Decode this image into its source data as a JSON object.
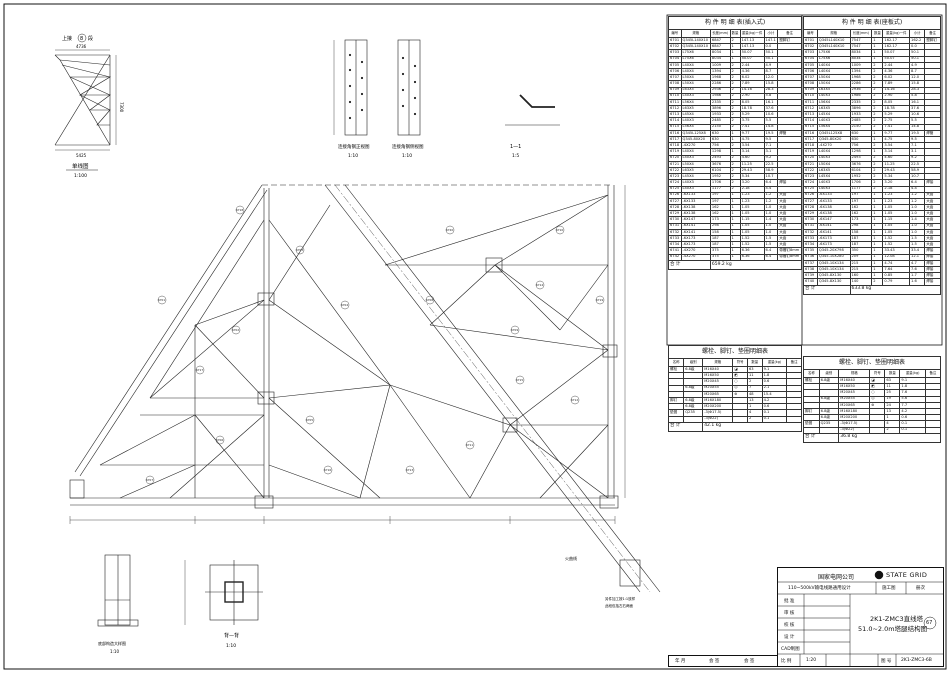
{
  "views": {
    "single_line": {
      "title": "单线图",
      "scale": "1:100",
      "top_label": "上接",
      "top_num": "8",
      "top_suffix": "段",
      "dim_top": "4736",
      "dim_bottom": "5425",
      "dim_right": "7300"
    },
    "splice_rear": {
      "title": "连接角钢正视图",
      "scale": "1:10"
    },
    "splice_side": {
      "title": "连接角钢侧视图",
      "scale": "1:10"
    },
    "section_1": {
      "title": "1—1",
      "scale": "1:5"
    },
    "detail_bottom": {
      "title": "底部构造大样图",
      "scale": "1:10"
    },
    "detail_rear": {
      "title": "背—背",
      "scale": "1:10"
    }
  },
  "main_labels": [
    "6701",
    "6702",
    "6703",
    "6704",
    "6705",
    "6706",
    "6707",
    "6708",
    "6709",
    "6710",
    "6711",
    "6712",
    "6713",
    "6714",
    "6715",
    "6716",
    "6717",
    "6718",
    "6719",
    "6720"
  ],
  "side_notes": [
    "另件加工按1:1放样",
    "此段包括左右两面",
    "火曲线"
  ],
  "member_table_left": {
    "title": "构  件  明  细  表(插入式)",
    "headers": [
      "编号",
      "规格",
      "长度(mm)",
      "数量",
      "重量(kg)一件",
      "小计",
      "备注"
    ],
    "rows": [
      [
        "6701",
        "Q345L140X10",
        "6847",
        "2",
        "147.13",
        "147.1",
        "塑脚钉"
      ],
      [
        "6702",
        "Q345L140X10",
        "6847",
        "1",
        "147.13",
        "0.0",
        ""
      ],
      [
        "6703",
        "L75X6",
        "8034",
        "1",
        "50.07",
        "50.1",
        ""
      ],
      [
        "6704",
        "L75X6",
        "8034",
        "1",
        "50.07",
        "50.1",
        ""
      ],
      [
        "6705",
        "L40X4",
        "1009",
        "2",
        "2.44",
        "4.9",
        ""
      ],
      [
        "6706",
        "L40X4",
        "1394",
        "2",
        "4.36",
        "8.7",
        ""
      ],
      [
        "6707",
        "L50X4",
        "1968",
        "2",
        "6.02",
        "12.0",
        ""
      ],
      [
        "6708",
        "L50X4",
        "2286",
        "2",
        "7.89",
        "15.8",
        ""
      ],
      [
        "6709",
        "L63X5",
        "2936",
        "2",
        "14.16",
        "28.3",
        ""
      ],
      [
        "6710",
        "L40X3",
        "1986",
        "2",
        "2.90",
        "5.8",
        ""
      ],
      [
        "6711",
        "L56X4",
        "2335",
        "2",
        "8.05",
        "16.1",
        ""
      ],
      [
        "6712",
        "L63X5",
        "3896",
        "2",
        "18.78",
        "37.6",
        ""
      ],
      [
        "6713",
        "L45X4",
        "1933",
        "2",
        "5.29",
        "10.6",
        ""
      ],
      [
        "6714",
        "L40X3",
        "2485",
        "2",
        "3.75",
        "5.5",
        ""
      ],
      [
        "6715",
        "L56X4",
        "2150",
        "2",
        "7.41",
        "14.8",
        ""
      ],
      [
        "6716",
        "Q345L125X8",
        "630",
        "1",
        "9.77",
        "19.5",
        "焊管"
      ],
      [
        "6717",
        "Q345-80X20",
        "630",
        "1",
        "4.75",
        "9.5",
        ""
      ],
      [
        "6718",
        "-4X270",
        "756",
        "2",
        "3.54",
        "7.1",
        ""
      ],
      [
        "6719",
        "L40X4",
        "1298",
        "1",
        "3.14",
        "3.1",
        ""
      ],
      [
        "6720",
        "L40X3",
        "2493",
        "2",
        "4.60",
        "9.2",
        ""
      ],
      [
        "6721",
        "L50X4",
        "3676",
        "2",
        "11.25",
        "22.5",
        ""
      ],
      [
        "6722",
        "L63X5",
        "6104",
        "2",
        "29.43",
        "58.9",
        ""
      ],
      [
        "6723",
        "L45X4",
        "1952",
        "2",
        "5.34",
        "10.7",
        ""
      ],
      [
        "6724",
        "L40X3",
        "1706",
        "2",
        "3.20",
        "6.4",
        "焊接"
      ],
      [
        "6725",
        "L40X3",
        "1177",
        "2",
        "2.18",
        "4.4",
        ""
      ],
      [
        "6726",
        "-6X133",
        "197",
        "1",
        "1.23",
        "1.2",
        "大齿"
      ],
      [
        "6727",
        "-6X133",
        "197",
        "1",
        "1.23",
        "1.2",
        "大齿"
      ],
      [
        "6728",
        "-6X138",
        "162",
        "1",
        "1.05",
        "1.0",
        "大齿"
      ],
      [
        "6729",
        "-6X138",
        "162",
        "1",
        "1.05",
        "1.0",
        "大齿"
      ],
      [
        "6730",
        "-6X147",
        "173",
        "1",
        "1.15",
        "1.4",
        "大齿"
      ],
      [
        "6731",
        "-6X141",
        "298",
        "1",
        "1.05",
        "1.0",
        "大齿"
      ],
      [
        "6732",
        "-6X141",
        "158",
        "1",
        "1.05",
        "1.0",
        "大齿"
      ],
      [
        "6733",
        "-6X173",
        "187",
        "1",
        "1.52",
        "1.5",
        "大齿"
      ],
      [
        "6734",
        "-6X173",
        "187",
        "1",
        "1.52",
        "1.5",
        "大齿"
      ],
      [
        "6741",
        "-4X270",
        "375",
        "1",
        "6.36",
        "6.4",
        "带槽钉8mm"
      ],
      [
        "6742",
        "-4X270",
        "375",
        "1",
        "6.36",
        "6.4",
        "带槽钉8mm"
      ]
    ],
    "total_label": "合  计",
    "total_value": "659.2 kg"
  },
  "member_table_right": {
    "title": "构  件  明  细  表(座板式)",
    "headers": [
      "编号",
      "规格",
      "长度(mm)",
      "数量",
      "重量(kg)一件",
      "小计",
      "备注"
    ],
    "rows": [
      [
        "6701",
        "Q345L140X10",
        "7547",
        "1",
        "162.17",
        "162.2",
        "塑脚钉"
      ],
      [
        "6702",
        "Q345L140X10",
        "7547",
        "1",
        "162.17",
        "0.0",
        ""
      ],
      [
        "6703",
        "L75X6",
        "8034",
        "1",
        "50.07",
        "50.1",
        ""
      ],
      [
        "6704",
        "L75X6",
        "8034",
        "1",
        "50.07",
        "50.1",
        ""
      ],
      [
        "6705",
        "L40X4",
        "1009",
        "2",
        "2.44",
        "4.9",
        ""
      ],
      [
        "6706",
        "L40X4",
        "1394",
        "2",
        "4.36",
        "8.7",
        ""
      ],
      [
        "6707",
        "L50X4",
        "1968",
        "2",
        "6.02",
        "12.0",
        ""
      ],
      [
        "6708",
        "L50X4",
        "2286",
        "2",
        "7.89",
        "15.8",
        ""
      ],
      [
        "6709",
        "L63X5",
        "2936",
        "2",
        "14.16",
        "28.3",
        ""
      ],
      [
        "6710",
        "L40X3",
        "1986",
        "2",
        "2.90",
        "5.8",
        ""
      ],
      [
        "6711",
        "L56X4",
        "2335",
        "2",
        "8.05",
        "16.1",
        ""
      ],
      [
        "6712",
        "L63X5",
        "3896",
        "2",
        "18.78",
        "37.6",
        ""
      ],
      [
        "6713",
        "L45X4",
        "1933",
        "2",
        "5.29",
        "10.6",
        ""
      ],
      [
        "6714",
        "L40X3",
        "2485",
        "2",
        "2.75",
        "5.5",
        ""
      ],
      [
        "6715",
        "L56X4",
        "2150",
        "2",
        "7.41",
        "14.8",
        ""
      ],
      [
        "6716",
        "Q345L125X8",
        "630",
        "1",
        "9.77",
        "19.5",
        "焊管"
      ],
      [
        "6717",
        "Q345-80X20",
        "630",
        "1",
        "4.75",
        "9.5",
        ""
      ],
      [
        "6718",
        "-4X270",
        "756",
        "2",
        "3.54",
        "7.1",
        ""
      ],
      [
        "6719",
        "L40X4",
        "1298",
        "1",
        "3.14",
        "3.1",
        ""
      ],
      [
        "6720",
        "L40X3",
        "2493",
        "2",
        "4.60",
        "9.2",
        ""
      ],
      [
        "6721",
        "L50X4",
        "3676",
        "2",
        "11.25",
        "22.5",
        ""
      ],
      [
        "6722",
        "L63X5",
        "6104",
        "2",
        "29.43",
        "58.9",
        ""
      ],
      [
        "6723",
        "L45X4",
        "1952",
        "2",
        "5.34",
        "10.7",
        ""
      ],
      [
        "6724",
        "L40X3",
        "1706",
        "2",
        "3.20",
        "6.4",
        "焊接"
      ],
      [
        "6725",
        "L40X3",
        "1177",
        "2",
        "2.18",
        "4.4",
        ""
      ],
      [
        "6726",
        "-6X133",
        "197",
        "1",
        "1.23",
        "1.2",
        "大齿"
      ],
      [
        "6727",
        "-6X133",
        "197",
        "1",
        "1.23",
        "1.2",
        "大齿"
      ],
      [
        "6728",
        "-6X138",
        "162",
        "1",
        "1.05",
        "1.0",
        "大齿"
      ],
      [
        "6729",
        "-6X138",
        "162",
        "1",
        "1.05",
        "1.0",
        "大齿"
      ],
      [
        "6730",
        "-6X147",
        "173",
        "1",
        "1.15",
        "1.4",
        "大齿"
      ],
      [
        "6731",
        "-6X141",
        "298",
        "1",
        "1.05",
        "1.0",
        "大齿"
      ],
      [
        "6732",
        "-6X141",
        "158",
        "1",
        "1.05",
        "1.0",
        "大齿"
      ],
      [
        "6733",
        "-6X173",
        "187",
        "1",
        "1.52",
        "1.5",
        "大齿"
      ],
      [
        "6734",
        "-6X173",
        "187",
        "1",
        "1.52",
        "1.5",
        "大齿"
      ],
      [
        "6735",
        "Q345-20X798",
        "350",
        "1",
        "33.43",
        "33.4",
        "焊接"
      ],
      [
        "6736",
        "Q345-10X280",
        "209",
        "1",
        "12.08",
        "12.1",
        "焊接"
      ],
      [
        "6737",
        "Q345-10X134",
        "215",
        "1",
        "4.74",
        "4.7",
        "焊接"
      ],
      [
        "6738",
        "Q345-10X134",
        "215",
        "1",
        "7.64",
        "7.6",
        "焊接"
      ],
      [
        "6739",
        "Q345-8X130",
        "160",
        "1",
        "0.85",
        "1.7",
        "焊接"
      ],
      [
        "6740",
        "Q345-8X130",
        "140",
        "2",
        "0.79",
        "1.6",
        "焊接"
      ]
    ],
    "total_label": "合  计",
    "total_value": "633.8 kg"
  },
  "bolt_table_left": {
    "title": "螺栓、脚钉、垫圈明细表",
    "headers": [
      "名称",
      "级别",
      "规格",
      "符号",
      "数量",
      "重量(kg)",
      "备注"
    ],
    "rows": [
      [
        "螺栓",
        "6.8级",
        "M16X40",
        "◪",
        "63",
        "9.1",
        ""
      ],
      [
        "",
        "",
        "M16X50",
        "◩",
        "11",
        "1.8",
        ""
      ],
      [
        "",
        "",
        "M20X45",
        "○",
        "2",
        "0.6",
        ""
      ],
      [
        "",
        "6.8级",
        "M20X55",
        "◎",
        "7",
        "2.1",
        ""
      ],
      [
        "",
        "",
        "M20X65",
        "⊗",
        "48",
        "15.4",
        ""
      ],
      [
        "脚钉",
        "6.8级",
        "M16X180",
        "",
        "13",
        "4.2",
        ""
      ],
      [
        "",
        "6.8级",
        "M20X200",
        "",
        "1",
        "0.6",
        ""
      ],
      [
        "垫圈",
        "Q235",
        "-3(Φ17.5)",
        "",
        "4",
        "0.1",
        ""
      ],
      [
        "",
        "",
        "-3(Φ22)",
        "",
        "2",
        "0.1",
        ""
      ]
    ],
    "total_label": "合  计",
    "total_value": "42.1 kg"
  },
  "bolt_table_right": {
    "title": "螺栓、脚钉、垫圈明细表",
    "headers": [
      "名称",
      "级别",
      "规格",
      "符号",
      "数量",
      "重量(kg)",
      "备注"
    ],
    "rows": [
      [
        "螺栓",
        "6.8级",
        "M16X40",
        "◪",
        "63",
        "9.1",
        ""
      ],
      [
        "",
        "",
        "M16X50",
        "◩",
        "11",
        "1.8",
        ""
      ],
      [
        "",
        "",
        "M20X45",
        "○",
        "25",
        "7.6",
        ""
      ],
      [
        "",
        "6.8级",
        "M20X55",
        "◎",
        "19",
        "5.6",
        ""
      ],
      [
        "",
        "",
        "M20X65",
        "⊗",
        "24",
        "7.7",
        ""
      ],
      [
        "脚钉",
        "6.8级",
        "M16X180",
        "",
        "13",
        "4.2",
        ""
      ],
      [
        "",
        "6.8级",
        "M20X200",
        "",
        "1",
        "0.6",
        ""
      ],
      [
        "垫圈",
        "Q235",
        "-3(Φ17.5)",
        "",
        "4",
        "0.1",
        ""
      ],
      [
        "",
        "",
        "-3(Φ22)",
        "",
        "2",
        "0.1",
        ""
      ]
    ],
    "total_label": "合  计",
    "total_value": "36.8 kg"
  },
  "title_block": {
    "company": "国家电网公司",
    "brand": "STATE GRID",
    "project": "110~500kV输电线路通用设计",
    "stage_label": "施工图",
    "volume_label": "册次",
    "drawing_name_1": "2K1-ZMC3直线塔",
    "drawing_name_2": "51.0~2.0m塔腿结构图",
    "sheet_circle": "67",
    "rows": [
      "批  准",
      "审  核",
      "校  核",
      "设  计",
      "CAD制图"
    ],
    "scale_label": "比  例",
    "scale_value": "1:20",
    "drawing_no_label": "图  号",
    "drawing_no": "2K1-ZMC3-6B",
    "footer": [
      "年  月",
      "会  签",
      "会  签"
    ]
  }
}
